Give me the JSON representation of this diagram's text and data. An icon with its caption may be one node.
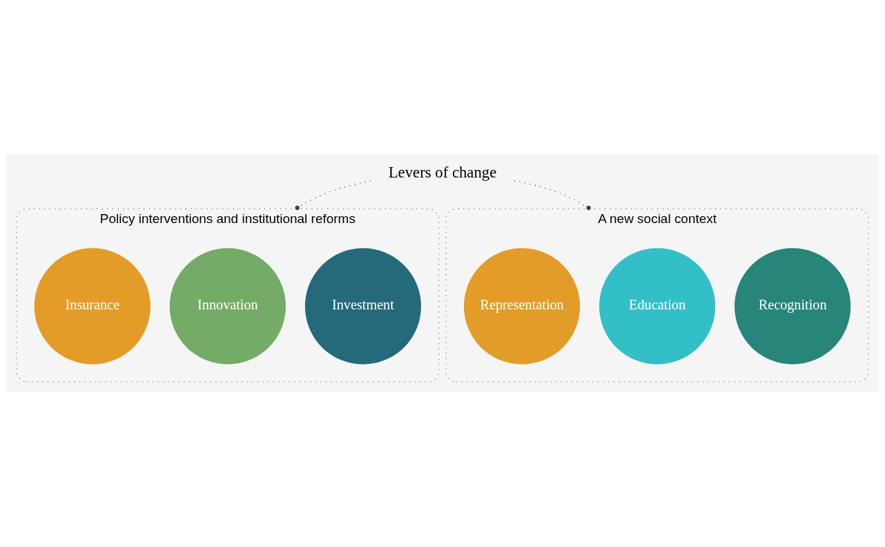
{
  "diagram": {
    "nodes": [
      {
        "text": [
          "Levers of change"
        ]
      },
      {
        "text": [
          "Policy interventions and institutional reforms"
        ]
      },
      {
        "text": [
          "Investment"
        ],
        "in": 1
      },
      {
        "text": [
          "Innovation"
        ],
        "in": 1
      },
      {
        "text": [
          "Insurance"
        ],
        "in": 1
      },
      {
        "text": [
          "A new social context"
        ]
      },
      {
        "text": [
          "Recognition"
        ],
        "in": 5
      },
      {
        "text": [
          "Education"
        ],
        "in": 5
      },
      {
        "text": [
          "Representation"
        ],
        "in": 5
      }
    ],
    "edges": [
      {
        "from": 0,
        "to": 1,
        "arrow": "other"
      },
      {
        "from": 0,
        "to": 5,
        "arrow": "other"
      }
    ]
  }
}
